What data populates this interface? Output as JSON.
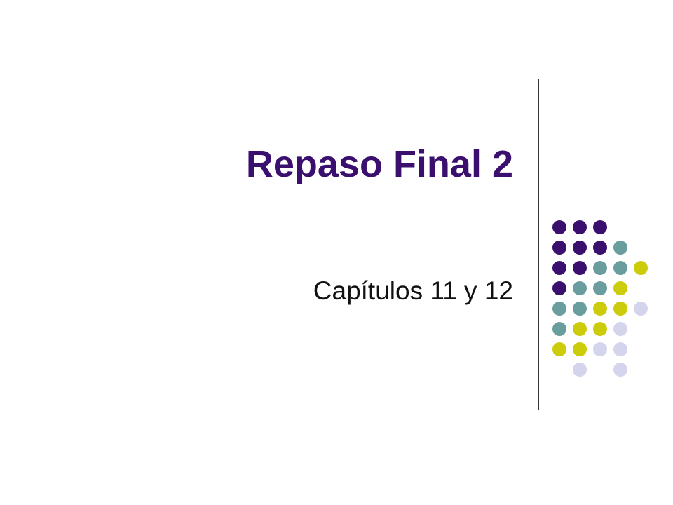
{
  "slide": {
    "title": "Repaso Final 2",
    "subtitle": "Capítulos 11 y 12"
  },
  "colors": {
    "title": "#3a0f6e",
    "subtitle": "#111111",
    "rule": "#333333",
    "dot_purple": "#3a0f6e",
    "dot_teal": "#6a9e9e",
    "dot_yellow": "#cccc0a",
    "dot_lavender": "#d4d4ec"
  },
  "decoration": {
    "dot_grid_name": "dot-grid",
    "rows": [
      [
        "purple",
        "purple",
        "purple",
        "",
        ""
      ],
      [
        "purple",
        "purple",
        "purple",
        "teal",
        ""
      ],
      [
        "purple",
        "purple",
        "teal",
        "teal",
        "yellow"
      ],
      [
        "purple",
        "teal",
        "teal",
        "yellow",
        ""
      ],
      [
        "teal",
        "teal",
        "yellow",
        "yellow",
        "lavender"
      ],
      [
        "teal",
        "yellow",
        "yellow",
        "lavender",
        ""
      ],
      [
        "yellow",
        "yellow",
        "lavender",
        "lavender",
        ""
      ],
      [
        "",
        "lavender",
        "",
        "lavender",
        ""
      ]
    ]
  }
}
